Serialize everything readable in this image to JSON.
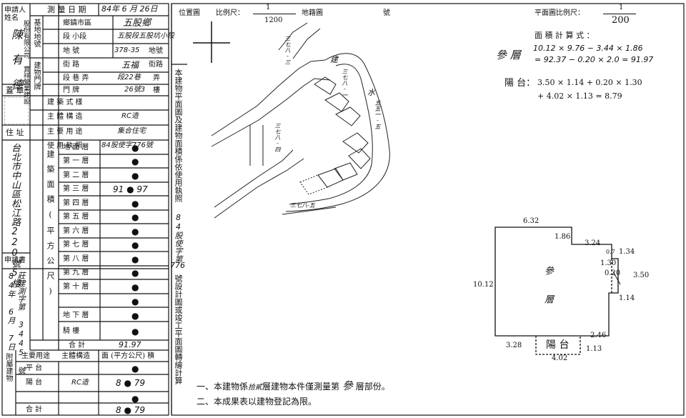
{
  "left_form": {
    "row_survey_date": {
      "label": "測 量 日 期",
      "value": "84年 6 月 26日"
    },
    "applicant_label": "申請人姓名",
    "applicant_name": "陳 有 德",
    "company": "股份有限公司 寶祥營業建設",
    "seal_label": "蓋 章",
    "address_label": "住 址",
    "address_value": "台北市中山區松江路220號5樓",
    "township_label": "鄉鎮市區",
    "township_value": "五股鄉",
    "base_label": "基地地號",
    "section_label": "段 小段",
    "section_value": "五股段五股坑小段",
    "lot_label": "地 號",
    "lot_value": "378-35",
    "lot_suffix": "地號",
    "bldg_label": "建物門牌",
    "street_label": "街 路",
    "street_value": "五福",
    "street_suffix": "街路",
    "alley_label": "段 巷 弄",
    "alley_value": "段22巷",
    "alley_suffix": "弄",
    "door_label": "門 牌",
    "door_value": "26號3",
    "door_suffix": "樓",
    "build_label": "建 築 式 樣",
    "structure_label": "主 體 構 造",
    "structure_value": "RC造",
    "usage_label": "主 要 用 途",
    "usage_value": "集合住宅",
    "license_label": "使 用 執 照",
    "license_value": "84股使字776號",
    "area_label": "建築面積(平方公尺)",
    "floors": [
      {
        "name": "地 面 層",
        "value": "●"
      },
      {
        "name": "第 一 層",
        "value": "●"
      },
      {
        "name": "第 二 層",
        "value": "●"
      },
      {
        "name": "第 三 層",
        "value": "91 ● 97"
      },
      {
        "name": "第 四 層",
        "value": "●"
      },
      {
        "name": "第 五 層",
        "value": "●"
      },
      {
        "name": "第 六 層",
        "value": "●"
      },
      {
        "name": "第 七 層",
        "value": "●"
      },
      {
        "name": "第 八 層",
        "value": "●"
      },
      {
        "name": "第 九 層",
        "value": "●"
      },
      {
        "name": "第 十 層",
        "value": "●"
      },
      {
        "name": "",
        "value": "●"
      },
      {
        "name": "",
        "value": "●"
      },
      {
        "name": "",
        "value": "●"
      },
      {
        "name": "地 下 層",
        "value": "●"
      },
      {
        "name": "騎 樓",
        "value": "●"
      }
    ],
    "total_label": "合 計",
    "total_value": "91.97",
    "app_no_label": "申請書",
    "app_no_value": "莊建測字第 3445 號",
    "app_date_value": "84年 6月 7日",
    "aux_label": "附屬建物",
    "aux_header": {
      "use": "主要用途",
      "struct": "主體構造",
      "area": "面 (平方公尺) 積"
    },
    "aux_rows": [
      {
        "use": "平 台",
        "struct": "",
        "area": "●"
      },
      {
        "use": "陽 台",
        "struct": "RC造",
        "area": "8 ● 79"
      },
      {
        "use": "",
        "struct": "",
        "area": "●"
      },
      {
        "use": "合 計",
        "struct": "",
        "area": "8 ● 79"
      }
    ]
  },
  "center": {
    "location_label": "位置圖",
    "scale_label": "比例尺：",
    "scale_num": "1",
    "scale_den": "1200",
    "cadastral_label": "地籍圖",
    "number_label": "號",
    "vertical_note": "本建物平面圖及建物面積係依使用執照",
    "license_handwritten": "84股使字第",
    "license_no": "776",
    "vertical_note2": "號設計圖或竣工平面圖轉繪計算",
    "map_labels": [
      "三七八-三",
      "建",
      "三七八-一",
      "三七八-四",
      "三七八-五",
      "水",
      "五五一-五"
    ],
    "footnote1_pre": "一、本建物係",
    "footnote1_floors": "拾貳",
    "footnote1_mid": "層建物本件僅測量第",
    "footnote1_floor": "參",
    "footnote1_post": "層部份。",
    "footnote2": "二、本成果表以建物登記為限。"
  },
  "right": {
    "plan_scale_label": "平面圖比例尺：",
    "plan_scale_num": "1",
    "plan_scale_den": "200",
    "formula_label": "面 積 計 算 式 ：",
    "floor_name": "參 層",
    "floor_formula_1": "10.12 × 9.76 − 3.44 × 1.86",
    "floor_formula_2": "= 92.37 − 0.20 × 2.0 = 91.97",
    "balcony_name": "陽 台：",
    "balcony_formula_1": "3.50 × 1.14 + 0.20 × 1.30",
    "balcony_formula_2": "+ 4.02 × 1.13 = 8.79",
    "dims": [
      "6.32",
      "1.86",
      "3.24",
      "0.7",
      "1.34",
      "1.30",
      "0.20",
      "3.50",
      "10.12",
      "1.14",
      "2.46",
      "3.28",
      "4.02",
      "1.13"
    ],
    "plan_floor_label": "參 層",
    "plan_balcony_label": "陽 台"
  }
}
